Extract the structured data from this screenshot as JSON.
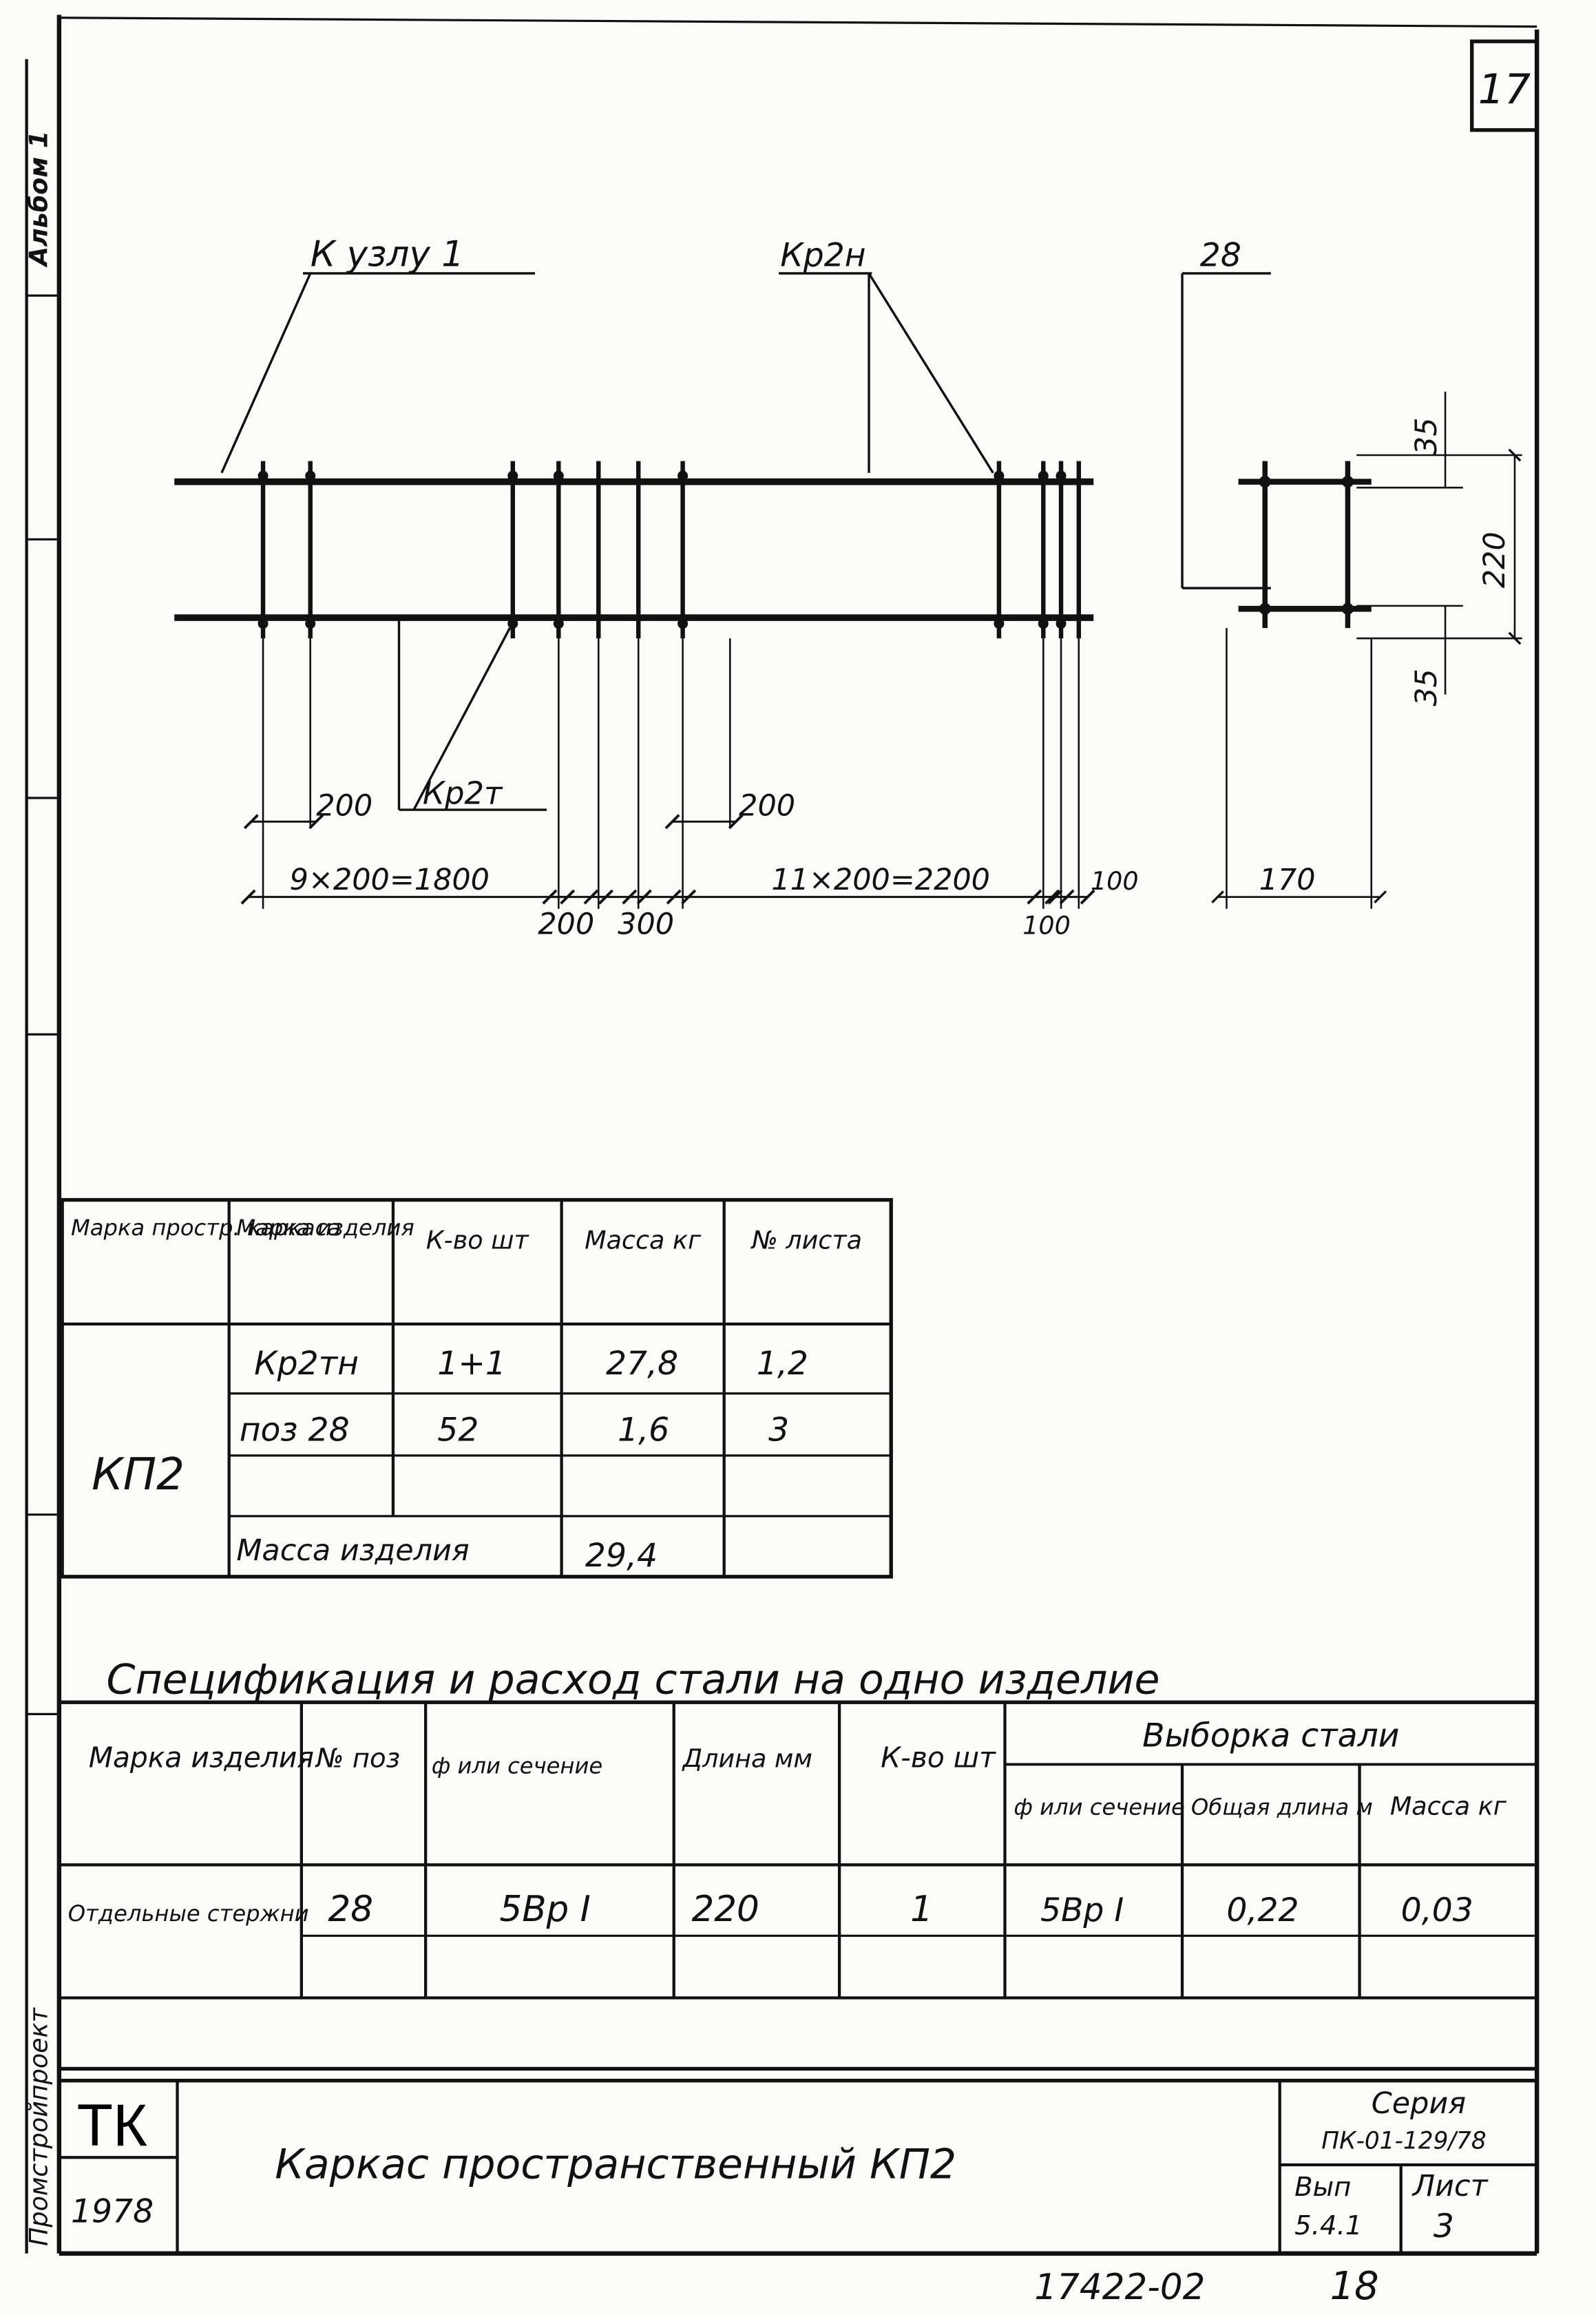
{
  "sheet": {
    "sheet_number": "17",
    "side_album_label": "Альбом 1",
    "side_org_label": "Промстройпроект"
  },
  "drawing": {
    "callout_node": "К узлу 1",
    "callout_kr2n": "Кр2н",
    "callout_kr2t": "Кр2т",
    "callout_pos28": "28",
    "dim_200_left": "200",
    "dim_9x200": "9×200=1800",
    "dim_200_bottom": "200",
    "dim_300": "300",
    "dim_200_right": "200",
    "dim_11x200": "11×200=2200",
    "dim_100_a": "100",
    "dim_100_b": "100",
    "dim_35_top": "35",
    "dim_220": "220",
    "dim_35_bottom": "35",
    "dim_170": "170"
  },
  "assembly_table": {
    "headers": [
      "Марка простр. каркаса",
      "Марка изделия",
      "К-во шт",
      "Масса кг",
      "№ листа"
    ],
    "frame_mark": "КП2",
    "rows": [
      {
        "item": "Кр2тн",
        "qty": "1+1",
        "mass": "27,8",
        "sheet": "1,2"
      },
      {
        "item": "поз 28",
        "qty": "52",
        "mass": "1,6",
        "sheet": "3"
      }
    ],
    "total_label": "Масса изделия",
    "total_mass": "29,4"
  },
  "spec": {
    "title": "Спецификация и расход стали на одно изделие",
    "headers": {
      "mark": "Марка изделия",
      "pos": "№ поз",
      "section": "ф или сечение",
      "length": "Длина мм",
      "qty": "К-во шт",
      "steel_group": "Выборка стали",
      "steel_section": "ф или сечение",
      "total_length": "Общая длина м",
      "mass": "Масса кг"
    },
    "rows": [
      {
        "mark": "Отдельные стержни",
        "pos": "28",
        "section": "5Вр I",
        "length": "220",
        "qty": "1",
        "steel_section": "5Вр I",
        "total_length": "0,22",
        "mass": "0,03"
      }
    ]
  },
  "title_block": {
    "org": "ТК",
    "year": "1978",
    "title": "Каркас пространственный КП2",
    "series_label": "Серия",
    "series": "ПК-01-129/78",
    "issue_label": "Вып",
    "issue": "5.4.1",
    "sheet_label": "Лист",
    "sheet": "3"
  },
  "footer": {
    "archive_number": "17422-02",
    "page": "18"
  }
}
